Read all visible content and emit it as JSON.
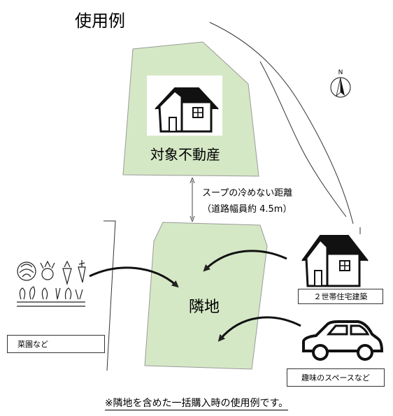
{
  "title": "使用例",
  "compass": {
    "label": "N"
  },
  "target_property": {
    "label": "対象不動産"
  },
  "neighbor_lot": {
    "label": "隣地"
  },
  "distance_note": {
    "line1": "スープの冷めない距離",
    "line2": "（道路幅員約 4.5m）"
  },
  "uses": [
    {
      "label": "菜園など"
    },
    {
      "label": "２世帯住宅建築"
    },
    {
      "label": "趣味のスペースなど"
    }
  ],
  "caption": "※隣地を含めた一括購入時の使用例です。",
  "colors": {
    "lot_fill": "#d5e8c5",
    "lot_stroke": "#9a9a9a",
    "ink": "#111111"
  },
  "icons": [
    "house-icon",
    "vegetables-icon",
    "car-icon",
    "compass-icon"
  ]
}
